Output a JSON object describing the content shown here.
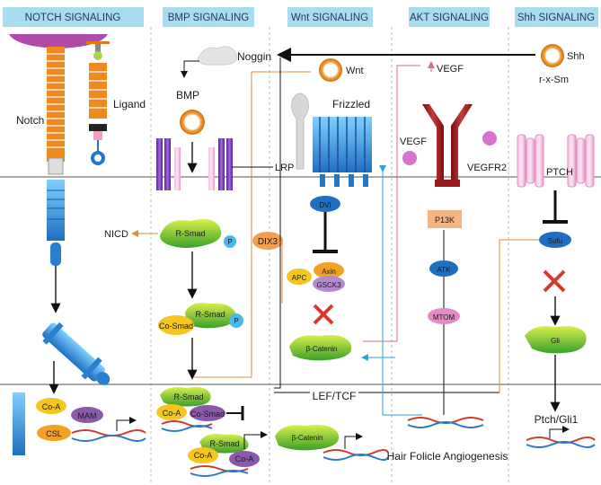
{
  "headers": [
    "NOTCH SIGNALING",
    "BMP SIGNALING",
    "Wnt SIGNALING",
    "AKT SIGNALING",
    "Shh SIGNALING"
  ],
  "notch": {
    "notch": "Notch",
    "ligand": "Ligand",
    "coa": "Co-A",
    "mam": "MAM",
    "csl": "CSL"
  },
  "bmp": {
    "noggin": "Noggin",
    "bmp": "BMP",
    "nicd": "NICD",
    "rsmad": "R-Smad",
    "p": "P",
    "cosmad": "Co-Smad",
    "dix3": "DIX3",
    "coa": "Co-A"
  },
  "wnt": {
    "wnt": "Wnt",
    "frizzled": "Frizzled",
    "lrp": "LRP",
    "dvl": "DVI",
    "apc": "APC",
    "axin": "Axin",
    "gsck3": "GSCK3",
    "bcatenin": "β-Catenin",
    "leftcf": "LEF/TCF"
  },
  "akt": {
    "vegf_top": "VEGF",
    "vegf": "VEGF",
    "vegfr2": "VEGFR2",
    "p13k": "P13K",
    "atk": "ATK",
    "mtom": "MTOM",
    "hair": "Hair Folicle Angiogenesis"
  },
  "shh": {
    "shh": "Shh",
    "rxsm": "r-x-Sm",
    "ptch": "PTCH",
    "sufu": "Sufu",
    "gli": "Gli",
    "ptchgli": "Ptch/Gli1"
  }
}
